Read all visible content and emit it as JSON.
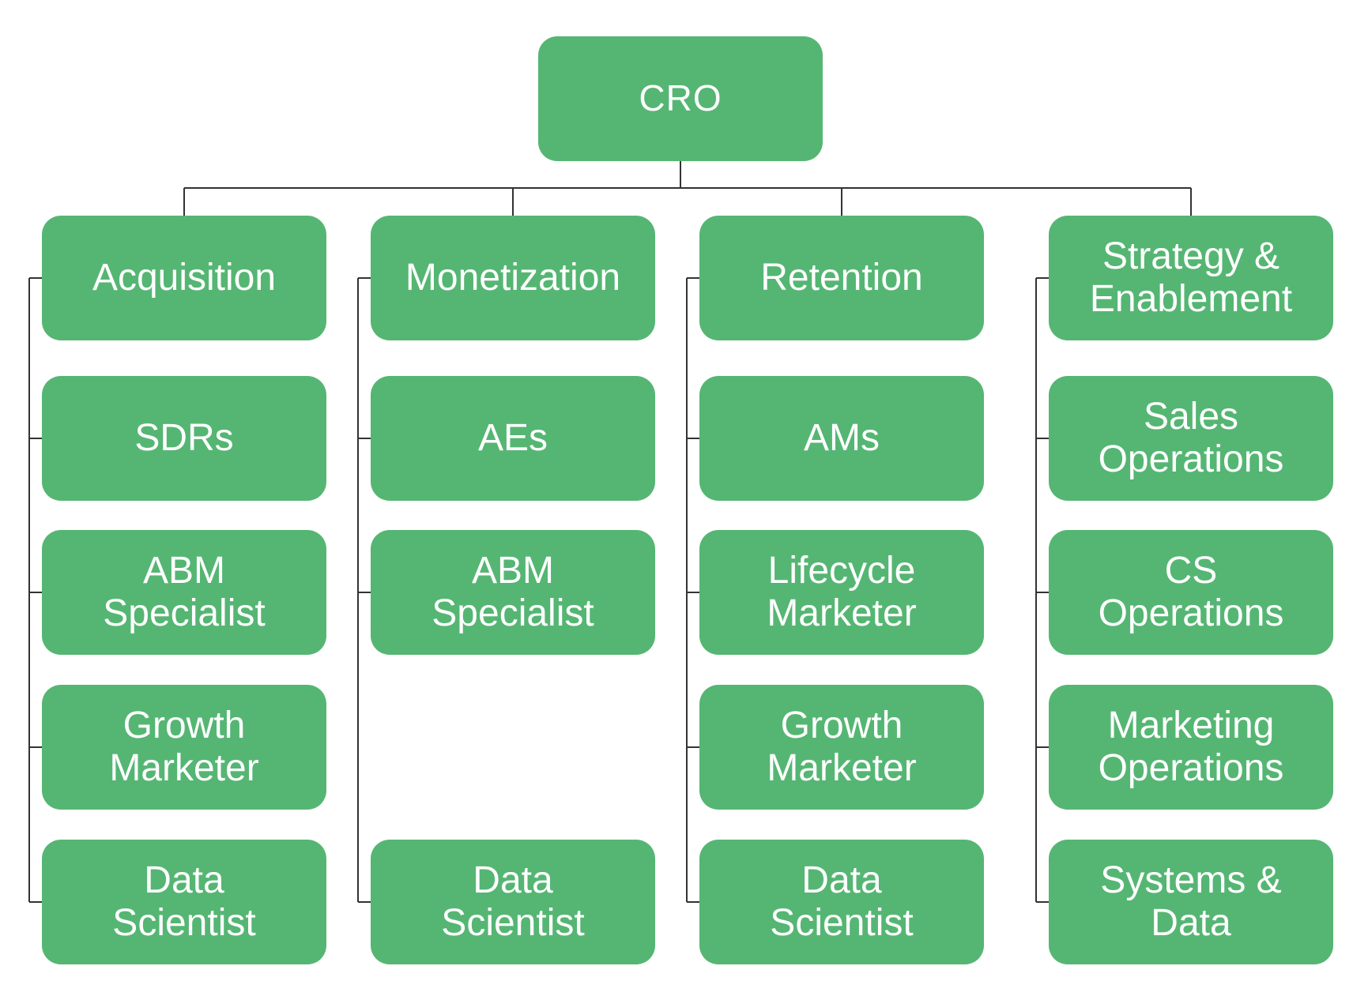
{
  "diagram": {
    "type": "org-chart",
    "colors": {
      "node_fill": "#55b673",
      "node_text": "#ffffff",
      "connector": "#333333",
      "background": "#ffffff"
    },
    "root": {
      "label": "CRO"
    },
    "departments": [
      {
        "label": "Acquisition",
        "children": [
          "SDRs",
          "ABM\nSpecialist",
          "Growth\nMarketer",
          "Data\nScientist"
        ]
      },
      {
        "label": "Monetization",
        "children": [
          "AEs",
          "ABM\nSpecialist",
          "Data\nScientist"
        ]
      },
      {
        "label": "Retention",
        "children": [
          "AMs",
          "Lifecycle\nMarketer",
          "Growth\nMarketer",
          "Data\nScientist"
        ]
      },
      {
        "label": "Strategy &\nEnablement",
        "children": [
          "Sales\nOperations",
          "CS\nOperations",
          "Marketing\nOperations",
          "Systems &\nData"
        ]
      }
    ]
  }
}
